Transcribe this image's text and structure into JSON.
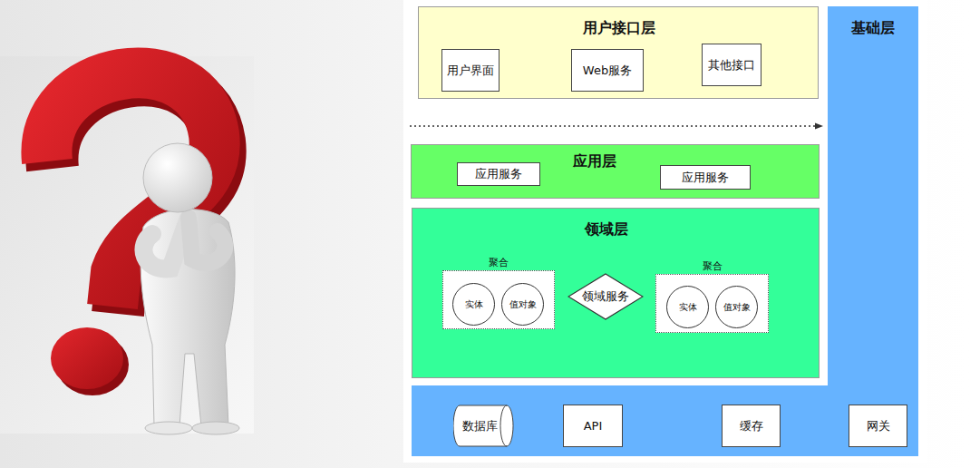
{
  "diagram": {
    "nodes": [
      {
        "text": [
          "用户接口层"
        ]
      },
      {
        "text": [
          "用户界面"
        ],
        "in": 0
      },
      {
        "text": [
          "Web服务"
        ],
        "in": 0
      },
      {
        "text": [
          "其他接口"
        ],
        "in": 0
      },
      {
        "text": [
          "应用层"
        ]
      },
      {
        "text": [
          "应用服务"
        ],
        "in": 4
      },
      {
        "text": [
          "应用服务"
        ],
        "in": 4
      },
      {
        "text": [
          "领域层"
        ]
      },
      {
        "text": [
          "聚合"
        ],
        "in": 7
      },
      {
        "text": [
          "实体"
        ],
        "in": 8
      },
      {
        "text": [
          "值对象"
        ],
        "in": 8
      },
      {
        "text": [
          "领域服务"
        ],
        "in": 7
      },
      {
        "text": [
          "聚合"
        ],
        "in": 7
      },
      {
        "text": [
          "实体"
        ],
        "in": 12
      },
      {
        "text": [
          "值对象"
        ],
        "in": 12
      },
      {
        "text": [
          "基础层"
        ]
      },
      {
        "text": [
          "数据库"
        ],
        "in": 15
      },
      {
        "text": [
          "API"
        ],
        "in": 15
      },
      {
        "text": [
          "缓存"
        ],
        "in": 15
      },
      {
        "text": [
          "网关"
        ],
        "in": 15
      }
    ]
  }
}
